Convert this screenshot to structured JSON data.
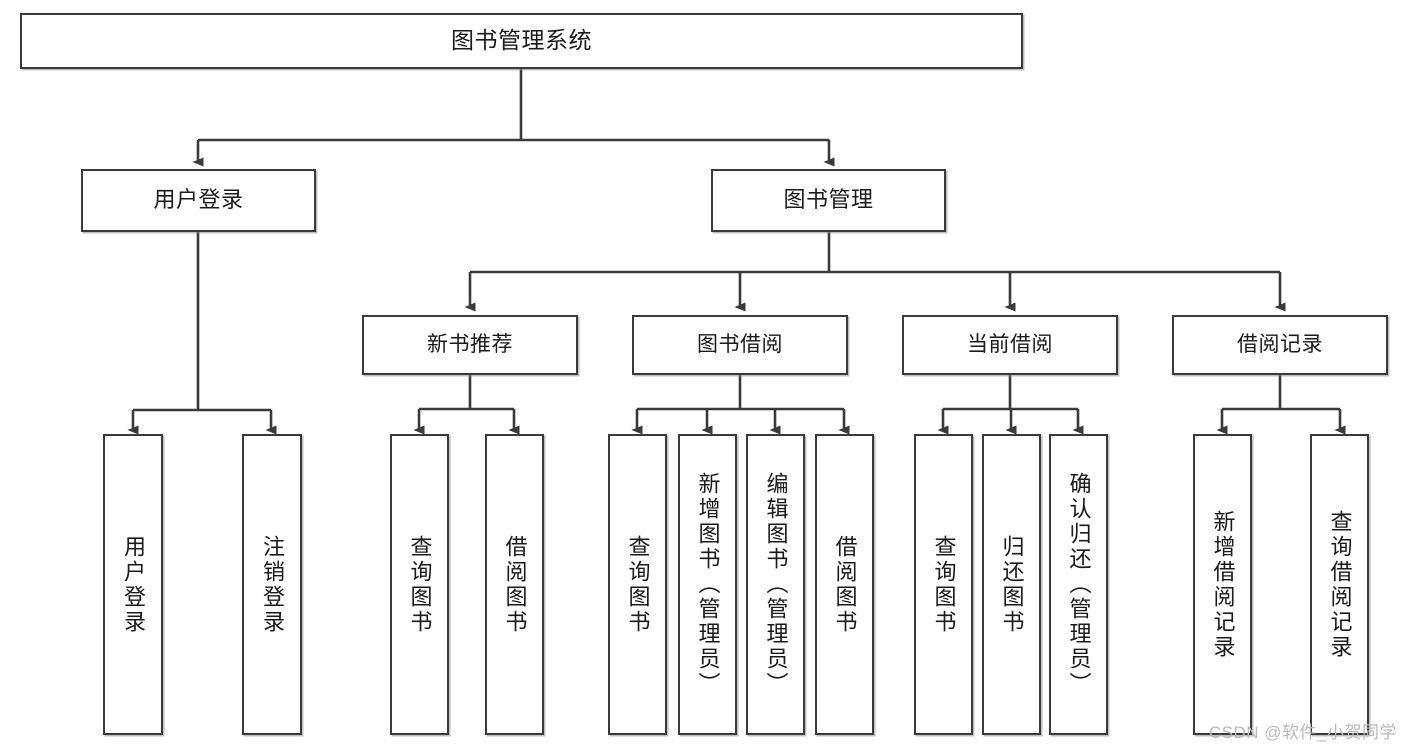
{
  "diagram": {
    "title": "图书管理系统",
    "type": "tree-hierarchy",
    "watermark": "CSDN @软件_小贺同学",
    "colors": {
      "border": "#3a3a3a",
      "background": "#ffffff",
      "text": "#1a1a1a",
      "watermark": "#b9b9b9"
    },
    "levels": {
      "root": {
        "label": "图书管理系统"
      },
      "level2": [
        {
          "label": "用户登录"
        },
        {
          "label": "图书管理"
        }
      ],
      "level3": [
        {
          "label": "新书推荐"
        },
        {
          "label": "图书借阅"
        },
        {
          "label": "当前借阅"
        },
        {
          "label": "借阅记录"
        }
      ],
      "leaves": [
        {
          "label": "用户登录",
          "parent": "用户登录"
        },
        {
          "label": "注销登录",
          "parent": "用户登录"
        },
        {
          "label": "查询图书",
          "parent": "新书推荐"
        },
        {
          "label": "借阅图书",
          "parent": "新书推荐"
        },
        {
          "label": "查询图书",
          "parent": "图书借阅"
        },
        {
          "label": "新增图书（管理员）",
          "parent": "图书借阅"
        },
        {
          "label": "编辑图书（管理员）",
          "parent": "图书借阅"
        },
        {
          "label": "借阅图书",
          "parent": "图书借阅"
        },
        {
          "label": "查询图书",
          "parent": "当前借阅"
        },
        {
          "label": "归还图书",
          "parent": "当前借阅"
        },
        {
          "label": "确认归还（管理员）",
          "parent": "当前借阅"
        },
        {
          "label": "新增借阅记录",
          "parent": "借阅记录"
        },
        {
          "label": "查询借阅记录",
          "parent": "借阅记录"
        }
      ]
    }
  }
}
